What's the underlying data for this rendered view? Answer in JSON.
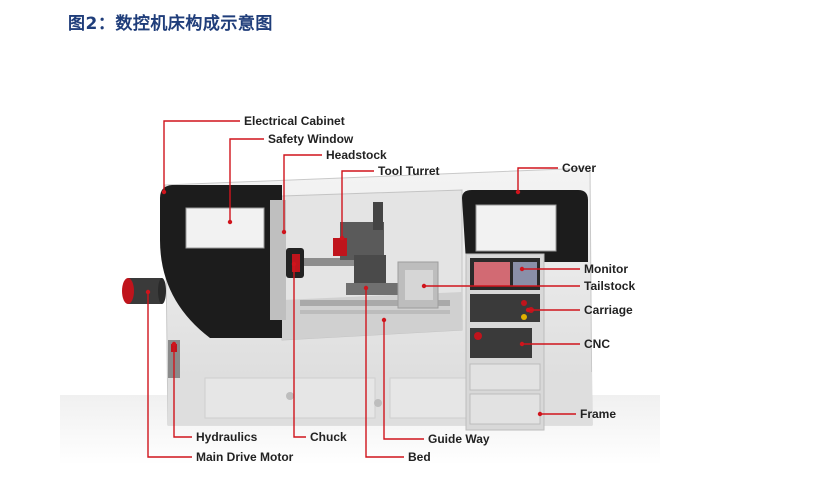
{
  "figure": {
    "title": "图2：数控机床构成示意图"
  },
  "labels": {
    "electrical_cabinet": "Electrical Cabinet",
    "safety_window": "Safety Window",
    "headstock": "Headstock",
    "tool_turret": "Tool Turret",
    "cover": "Cover",
    "monitor": "Monitor",
    "tailstock": "Tailstock",
    "carriage": "Carriage",
    "cnc": "CNC",
    "frame": "Frame",
    "hydraulics": "Hydraulics",
    "main_drive_motor": "Main Drive Motor",
    "chuck": "Chuck",
    "guide_way": "Guide Way",
    "bed": "Bed"
  },
  "colors": {
    "leader_line": "#d0141c",
    "machine_body": "#e9e9e9",
    "machine_dark": "#1c1c1c",
    "title": "#1f3d7a"
  }
}
